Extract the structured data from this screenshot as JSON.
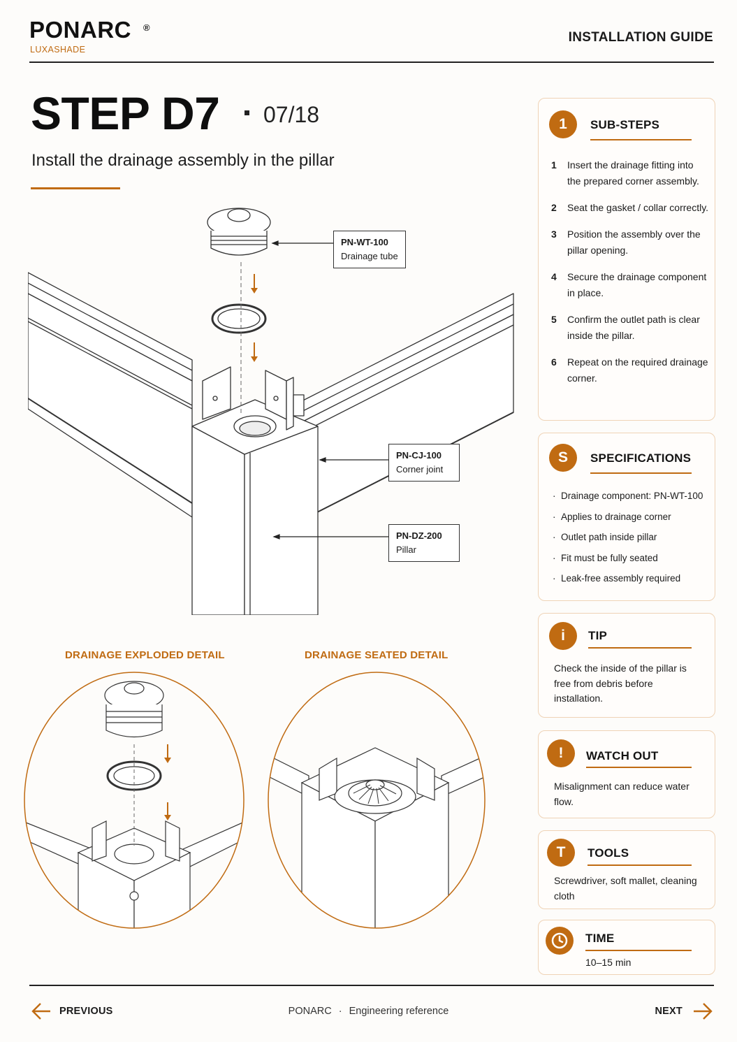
{
  "header": {
    "brand": "PONARC",
    "brand_mark": "®",
    "brand_sub": "LUXASHADE",
    "doc_type": "INSTALLATION GUIDE"
  },
  "step": {
    "title": "STEP D7",
    "counter": "07/18",
    "description": "Install the drainage assembly in the pillar"
  },
  "callouts": [
    {
      "code": "PN-WT-100",
      "name": "Drainage tube"
    },
    {
      "code": "PN-CJ-100",
      "name": "Corner joint"
    },
    {
      "code": "PN-DZ-200",
      "name": "Pillar"
    }
  ],
  "details": {
    "exploded_label": "DRAINAGE EXPLODED DETAIL",
    "seated_label": "DRAINAGE SEATED DETAIL"
  },
  "substeps": {
    "badge": "1",
    "title": "SUB-STEPS",
    "items": [
      {
        "num": "1",
        "text": "Insert the drainage fitting into the prepared corner assembly."
      },
      {
        "num": "2",
        "text": "Seat the gasket / collar correctly."
      },
      {
        "num": "3",
        "text": "Position the assembly over the pillar opening."
      },
      {
        "num": "4",
        "text": "Secure the drainage component in place."
      },
      {
        "num": "5",
        "text": "Confirm the outlet path is clear inside the pillar."
      },
      {
        "num": "6",
        "text": "Repeat on the required drainage corner."
      }
    ]
  },
  "specs": {
    "badge": "S",
    "title": "SPECIFICATIONS",
    "bullet": "·",
    "items": [
      "Drainage component: PN-WT-100",
      "Applies to drainage corner",
      "Outlet path inside pillar",
      "Fit must be fully seated",
      "Leak-free assembly required"
    ]
  },
  "tip": {
    "badge": "i",
    "title": "TIP",
    "text": "Check the inside of the pillar is free from debris before installation."
  },
  "watch_out": {
    "badge": "!",
    "title": "WATCH OUT",
    "text": "Misalignment can reduce water flow."
  },
  "tools": {
    "badge": "T",
    "title": "TOOLS",
    "text": "Screwdriver, soft mallet, cleaning cloth"
  },
  "time": {
    "title": "TIME",
    "text": "10–15 min"
  },
  "footer": {
    "previous": "PREVIOUS",
    "next": "NEXT",
    "center_brand": "PONARC",
    "center_sep": "·",
    "center_text": "Engineering reference"
  },
  "colors": {
    "accent": "#c06b12",
    "card_border": "#efd3b6",
    "ink": "#1b1b1b"
  }
}
